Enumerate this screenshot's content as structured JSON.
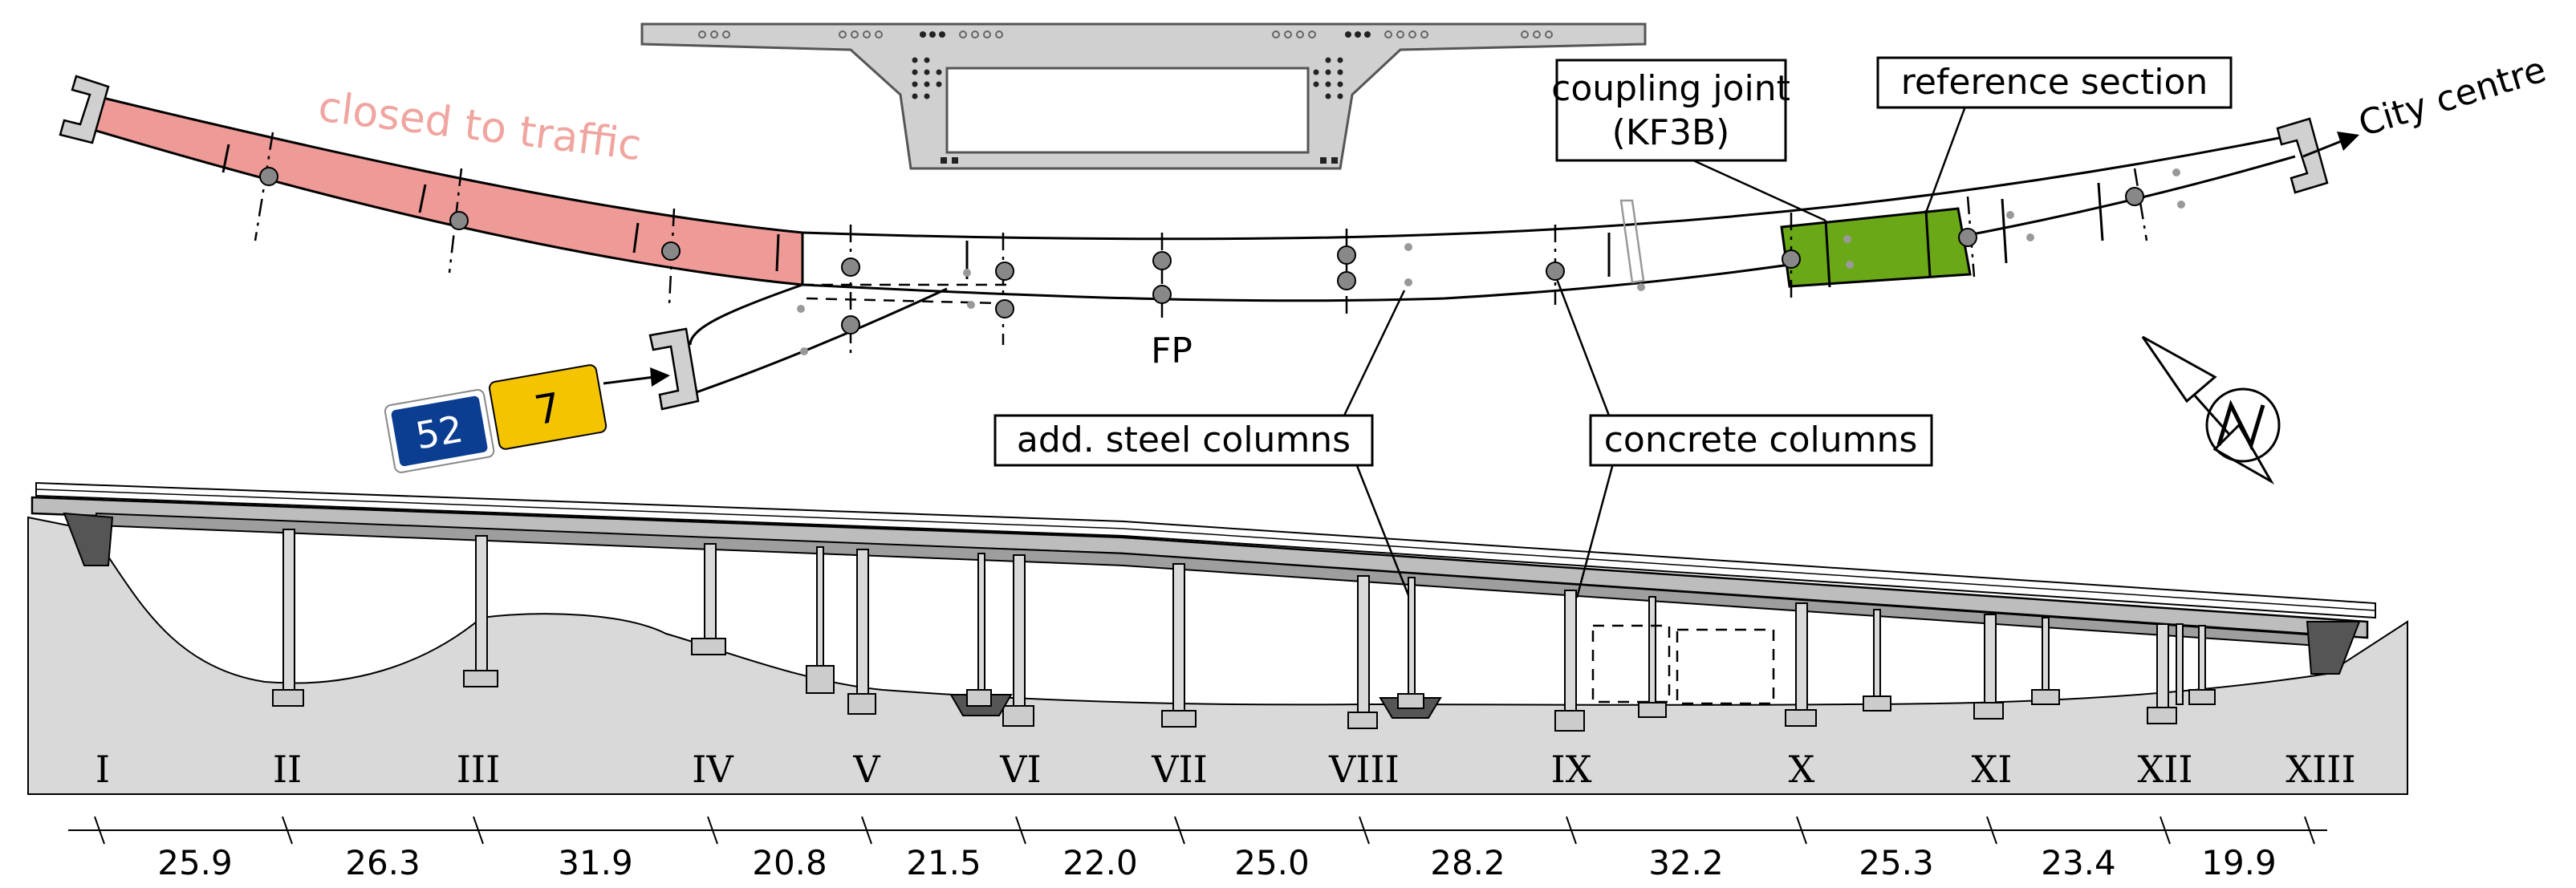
{
  "labels": {
    "closed": "closed to traffic",
    "coupling_joint_line1": "coupling joint",
    "coupling_joint_line2": "(KF3B)",
    "reference_section": "reference section",
    "city_centre": "City centre",
    "fp": "FP",
    "add_steel_columns": "add. steel columns",
    "concrete_columns": "concrete columns",
    "route_52": "52",
    "route_7": "7"
  },
  "axes": [
    "I",
    "II",
    "III",
    "IV",
    "V",
    "VI",
    "VII",
    "VIII",
    "IX",
    "X",
    "XI",
    "XII",
    "XIII"
  ],
  "spans": [
    "25.9",
    "26.3",
    "31.9",
    "20.8",
    "21.5",
    "22.0",
    "25.0",
    "28.2",
    "32.2",
    "25.3",
    "23.4",
    "19.9"
  ],
  "colors": {
    "closed_section": "#ee9a96",
    "closed_text": "#f0a5a0",
    "reference_section": "#6aa818",
    "route_52_sign": "#0b3d91",
    "route_7_sign": "#f5c400",
    "ground": "#d9d9d9",
    "deck": "#bdbdbd"
  },
  "icons": [
    "north-arrow-icon",
    "abutment-icon",
    "arrow-right-icon"
  ]
}
